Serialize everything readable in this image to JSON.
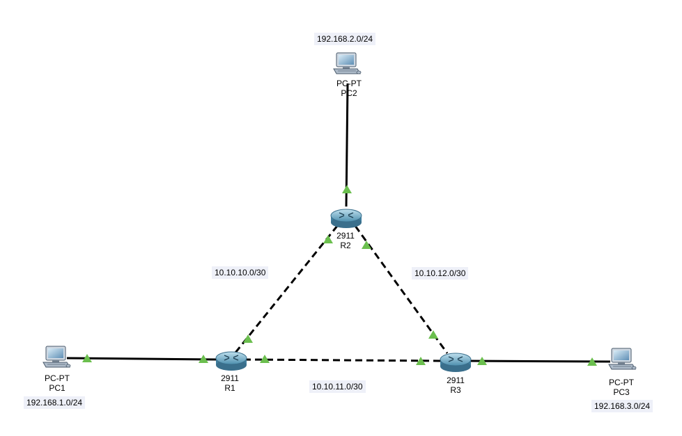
{
  "devices": {
    "pc1": {
      "model": "PC-PT",
      "name": "PC1"
    },
    "pc2": {
      "model": "PC-PT",
      "name": "PC2"
    },
    "pc3": {
      "model": "PC-PT",
      "name": "PC3"
    },
    "r1": {
      "model": "2911",
      "name": "R1"
    },
    "r2": {
      "model": "2911",
      "name": "R2"
    },
    "r3": {
      "model": "2911",
      "name": "R3"
    }
  },
  "networks": {
    "lan1": "192.168.1.0/24",
    "lan2": "192.168.2.0/24",
    "lan3": "192.168.3.0/24",
    "r1_r2": "10.10.10.0/30",
    "r1_r3": "10.10.11.0/30",
    "r2_r3": "10.10.12.0/30"
  },
  "links": [
    {
      "from": "pc1",
      "to": "r1",
      "style": "solid"
    },
    {
      "from": "pc2",
      "to": "r2",
      "style": "solid"
    },
    {
      "from": "pc3",
      "to": "r3",
      "style": "solid"
    },
    {
      "from": "r1",
      "to": "r2",
      "style": "dashed"
    },
    {
      "from": "r1",
      "to": "r3",
      "style": "dashed"
    },
    {
      "from": "r2",
      "to": "r3",
      "style": "dashed"
    }
  ],
  "colors": {
    "link": "#000000",
    "port_up": "#6bbf4e",
    "router": "#5a9ab8",
    "pc_body": "#7f9fbf"
  }
}
